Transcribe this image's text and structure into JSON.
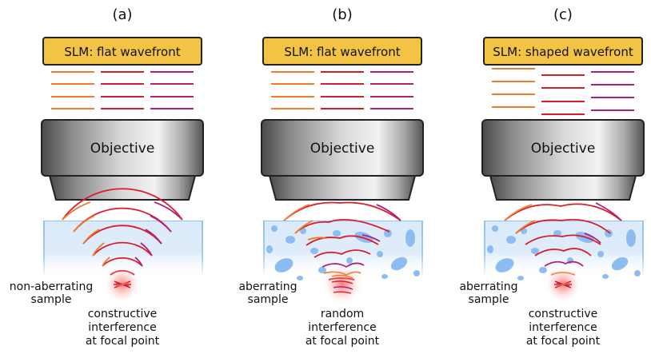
{
  "colors": {
    "slm_fill": "#f2c344",
    "orange": "#ef7d2a",
    "red": "#d91e2a",
    "magenta": "#b0207c",
    "sample_fill": "#dbeafa",
    "sample_edge": "#92c2ee",
    "blob": "#8bbdf2",
    "focus_glow": "#ff4d4d"
  },
  "panels": [
    {
      "label": "(a)",
      "slm": "SLM: flat wavefront",
      "objective": "Objective",
      "sample_label": [
        "non-aberrating",
        "sample"
      ],
      "result_label": [
        "constructive",
        "interference",
        "at focal point"
      ]
    },
    {
      "label": "(b)",
      "slm": "SLM: flat wavefront",
      "objective": "Objective",
      "sample_label": [
        "aberrating",
        "sample"
      ],
      "result_label": [
        "random",
        "interference",
        "at focal point"
      ]
    },
    {
      "label": "(c)",
      "slm": "SLM: shaped wavefront",
      "objective": "Objective",
      "sample_label": [
        "aberrating",
        "sample"
      ],
      "result_label": [
        "constructive",
        "interference",
        "at focal point"
      ]
    }
  ]
}
